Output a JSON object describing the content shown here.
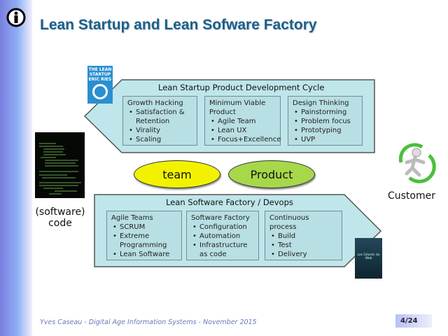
{
  "slide": {
    "title": "Lean Startup and Lean Sofware Factory",
    "info_icon": "info-person-icon",
    "top_panel": {
      "header": "Lean Startup Product Development Cycle",
      "book_cover_text": "THE LEAN STARTUP ERIC RIES",
      "boxes": [
        {
          "title": "Growth Hacking",
          "items": [
            "Satisfaction & Retention",
            "Virality",
            "Scaling"
          ]
        },
        {
          "title": "Minimum Viable Product",
          "items": [
            "Agile Team",
            "Lean UX",
            "Focus+Excellence"
          ]
        },
        {
          "title": "Design Thinking",
          "items": [
            "Painstorming",
            "Problem focus",
            "Prototyping",
            "UVP"
          ]
        }
      ]
    },
    "ellipses": {
      "team": "team",
      "product": "Product",
      "team_color": "#f2f200",
      "product_color": "#a6d84a"
    },
    "bottom_panel": {
      "header": "Lean Software Factory / Devops",
      "boxes": [
        {
          "title": "Agile Teams",
          "items": [
            "SCRUM",
            "Extreme Programming",
            "Lean Software"
          ]
        },
        {
          "title": "Software Factory",
          "items": [
            "Configuration",
            "Automation",
            "Infrastructure as code"
          ]
        },
        {
          "title": "Continuous process",
          "items": [
            "Build",
            "Test",
            "Delivery"
          ]
        }
      ],
      "book_cover_text": "Les Géants du Web"
    },
    "code_label": "(software) code",
    "customer_label": "Customer",
    "footer": "Yves Caseau  - Digital Age Information Systems - November 2015",
    "page_number": "4/24",
    "colors": {
      "title": "#1d5f86",
      "panel": "#bfe6ea"
    }
  }
}
